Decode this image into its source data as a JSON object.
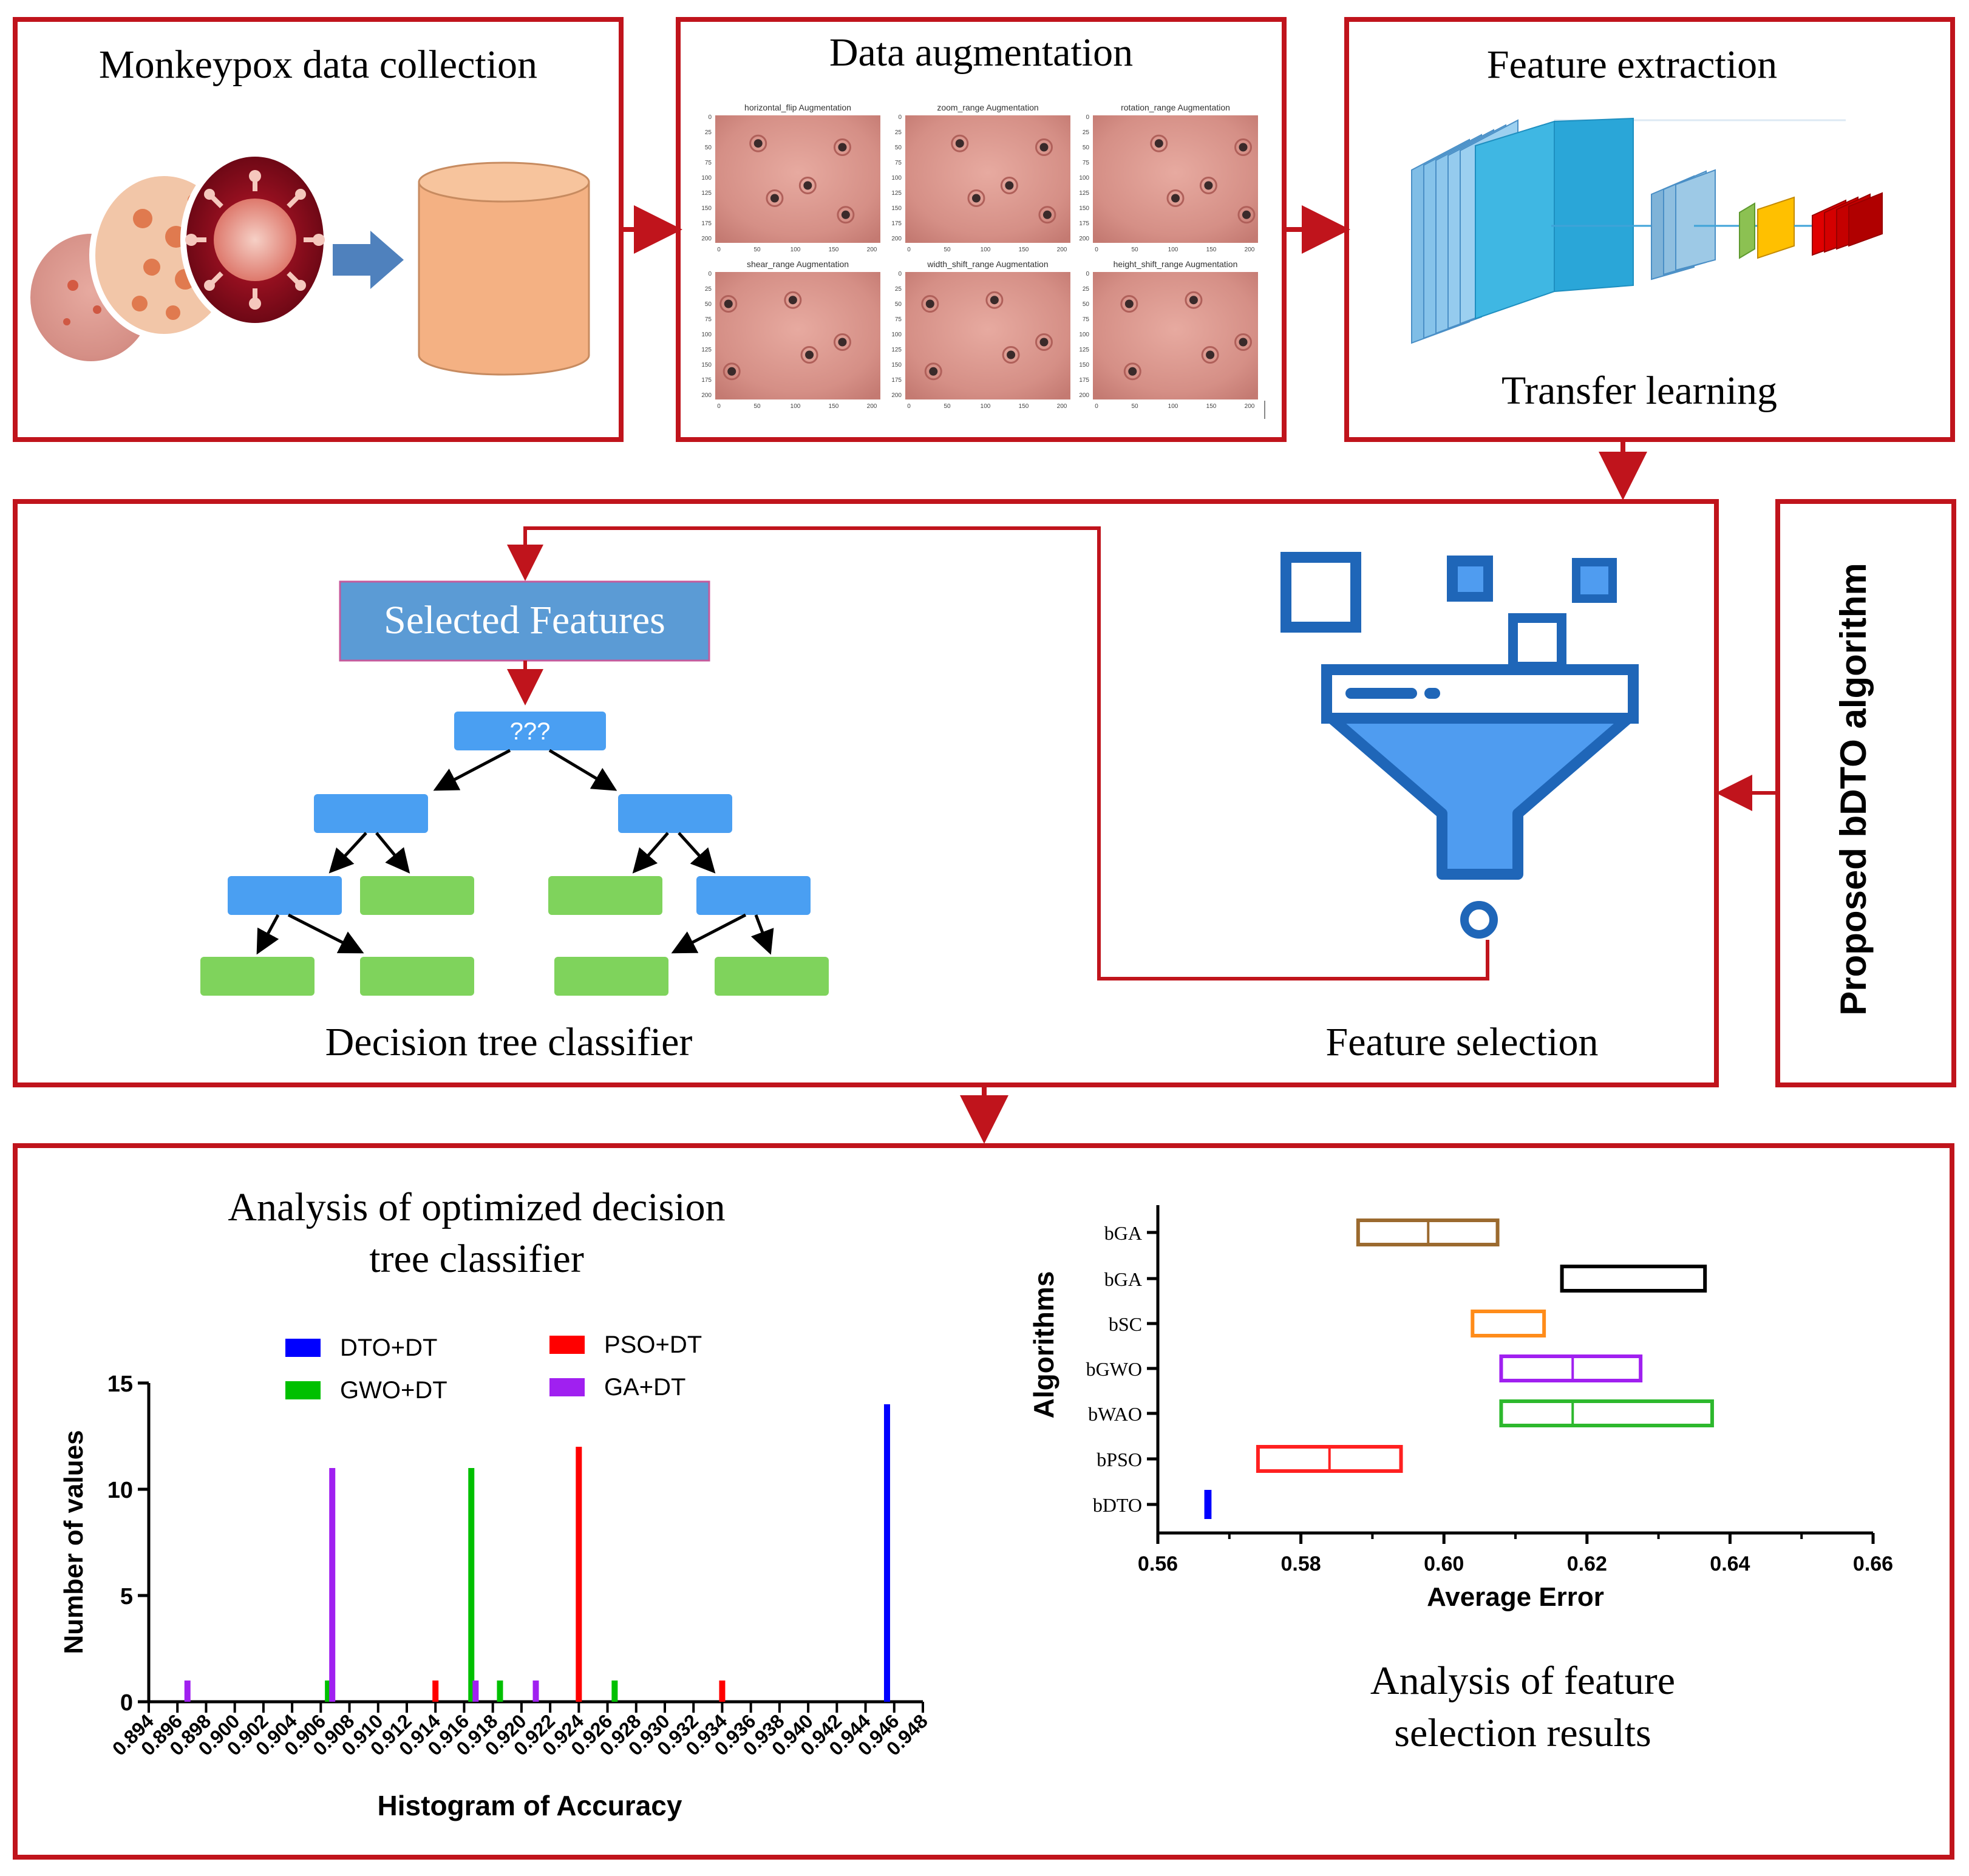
{
  "panels": {
    "collection": {
      "title": "Monkeypox data collection"
    },
    "augmentation": {
      "title": "Data augmentation",
      "tiles": [
        "horizontal_flip Augmentation",
        "zoom_range Augmentation",
        "rotation_range Augmentation",
        "shear_range Augmentation",
        "width_shift_range Augmentation",
        "height_shift_range Augmentation"
      ],
      "y_ticks": [
        "0",
        "25",
        "50",
        "75",
        "100",
        "125",
        "150",
        "175",
        "200"
      ],
      "x_ticks": [
        "0",
        "50",
        "100",
        "150",
        "200"
      ]
    },
    "extraction": {
      "title": "Feature extraction",
      "caption": "Transfer learning"
    },
    "selected_features": {
      "label": "Selected Features"
    },
    "tree": {
      "root_label": "???",
      "caption": "Decision tree classifier"
    },
    "feature_selection": {
      "caption": "Feature selection"
    },
    "algorithm": {
      "label": "Proposed bDTO algorithm"
    },
    "histogram_panel": {
      "title_line1": "Analysis of optimized decision",
      "title_line2": "tree classifier"
    },
    "boxplot_panel": {
      "caption_line1": "Analysis of feature",
      "caption_line2": "selection results"
    }
  },
  "colors": {
    "frame_red": "#c0141c",
    "tree_blue": "#4a9ff2",
    "tree_green": "#7fd35c",
    "selected_box": "#5b9bd5",
    "funnel_blue": "#1f66b8",
    "funnel_light": "#4f9cf0",
    "cylinder": "#f4b183"
  },
  "chart_data": [
    {
      "type": "bar",
      "xlabel": "Histogram of Accuracy",
      "ylabel": "Number of values",
      "ylim": [
        0,
        15
      ],
      "yticks": [
        0,
        5,
        10,
        15
      ],
      "xlim": [
        0.894,
        0.948
      ],
      "xticks": [
        "0.894",
        "0.896",
        "0.898",
        "0.900",
        "0.902",
        "0.904",
        "0.906",
        "0.908",
        "0.910",
        "0.912",
        "0.914",
        "0.916",
        "0.918",
        "0.920",
        "0.922",
        "0.924",
        "0.926",
        "0.928",
        "0.930",
        "0.932",
        "0.934",
        "0.936",
        "0.938",
        "0.940",
        "0.942",
        "0.944",
        "0.946",
        "0.948"
      ],
      "legend_position": "top",
      "series": [
        {
          "name": "DTO+DT",
          "color": "#0000ff",
          "points": [
            {
              "x": 0.9455,
              "y": 14
            }
          ]
        },
        {
          "name": "PSO+DT",
          "color": "#ff0000",
          "points": [
            {
              "x": 0.914,
              "y": 1
            },
            {
              "x": 0.924,
              "y": 12
            },
            {
              "x": 0.934,
              "y": 1
            }
          ]
        },
        {
          "name": "GWO+DT",
          "color": "#00c000",
          "points": [
            {
              "x": 0.9065,
              "y": 1
            },
            {
              "x": 0.9165,
              "y": 11
            },
            {
              "x": 0.9185,
              "y": 1
            },
            {
              "x": 0.9265,
              "y": 1
            }
          ]
        },
        {
          "name": "GA+DT",
          "color": "#a020f0",
          "points": [
            {
              "x": 0.8967,
              "y": 1
            },
            {
              "x": 0.9068,
              "y": 11
            },
            {
              "x": 0.9168,
              "y": 1
            },
            {
              "x": 0.921,
              "y": 1
            }
          ]
        }
      ]
    },
    {
      "type": "boxplot",
      "xlabel": "Average Error",
      "ylabel": "Algorithms",
      "xlim": [
        0.56,
        0.66
      ],
      "xticks": [
        "0.56",
        "0.58",
        "0.60",
        "0.62",
        "0.64",
        "0.66"
      ],
      "categories": [
        "bGA",
        "bGA",
        "bSC",
        "bGWO",
        "bWAO",
        "bPSO",
        "bDTO"
      ],
      "boxes": [
        {
          "label": "bGA",
          "q1": 0.588,
          "median": 0.5978,
          "q3": 0.6075,
          "color": "#9b6a2f"
        },
        {
          "label": "bGA",
          "q1": 0.6165,
          "median": null,
          "q3": 0.6365,
          "color": "#000000"
        },
        {
          "label": "bSC",
          "q1": 0.604,
          "median": null,
          "q3": 0.614,
          "color": "#ff8c1a"
        },
        {
          "label": "bGWO",
          "q1": 0.608,
          "median": 0.618,
          "q3": 0.6275,
          "color": "#a020f0"
        },
        {
          "label": "bWAO",
          "q1": 0.608,
          "median": 0.618,
          "q3": 0.6375,
          "color": "#2db82d"
        },
        {
          "label": "bPSO",
          "q1": 0.574,
          "median": 0.584,
          "q3": 0.594,
          "color": "#ff2020"
        },
        {
          "label": "bDTO",
          "q1": 0.5665,
          "median": null,
          "q3": 0.5675,
          "color": "#0000ff"
        }
      ]
    }
  ]
}
